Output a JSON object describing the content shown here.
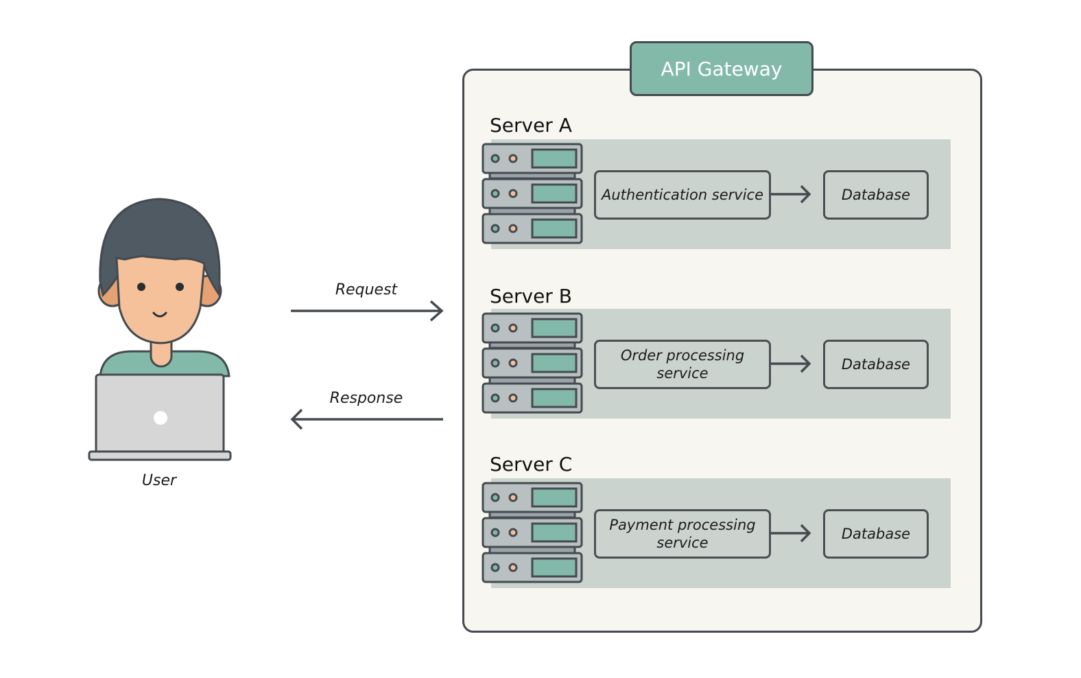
{
  "user": {
    "label": "User"
  },
  "flows": {
    "request": "Request",
    "response": "Response"
  },
  "gateway": {
    "title": "API Gateway"
  },
  "servers": [
    {
      "title": "Server A",
      "service": "Authentication service",
      "database": "Database"
    },
    {
      "title": "Server B",
      "service": "Order processing service",
      "database": "Database"
    },
    {
      "title": "Server C",
      "service": "Payment processing service",
      "database": "Database"
    }
  ],
  "colors": {
    "accent": "#83b9a8",
    "band": "#cbd3cf",
    "outline": "#444a4e",
    "panel": "#f8f6f0",
    "skin": "#f5c19a",
    "hair": "#4f5a63",
    "ear": "#e6a274",
    "shirt": "#83b9a8",
    "laptop": "#d6d6d6"
  }
}
